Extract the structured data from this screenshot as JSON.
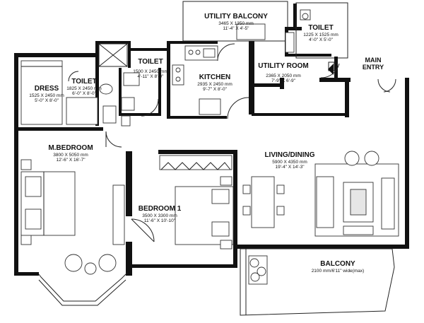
{
  "rooms": {
    "utility_balcony": {
      "name": "UTILITY BALCONY",
      "mm": "3465 X 1350 mm",
      "ft": "11'-4\" X 4'-5\""
    },
    "toilet_top": {
      "name": "TOILET",
      "mm": "1225 X 1525 mm",
      "ft": "4'-0\" X 5'-0\""
    },
    "main_entry": {
      "line1": "MAIN",
      "line2": "ENTRY"
    },
    "toilet_mid": {
      "name": "TOILET",
      "mm": "1500 X 2450 mm",
      "ft": "4'-11\" X 8'-0\""
    },
    "kitchen": {
      "name": "KITCHEN",
      "mm": "2935 X 2450 mm",
      "ft": "9'-7\" X 8'-0\""
    },
    "utility_room": {
      "name": "UTILITY ROOM",
      "mm": "2365 X 2050 mm",
      "ft": "7'-9\" X 6'-9\""
    },
    "dress": {
      "name": "DRESS",
      "mm": "1525 X 2450 mm",
      "ft": "5'-0\" X 8'-0\""
    },
    "toilet_left": {
      "name": "TOILET",
      "mm": "1825 X 2450 mm",
      "ft": "6'-0\" X 8'-0\""
    },
    "m_bedroom": {
      "name": "M.BEDROOM",
      "mm": "3800 X 5050 mm",
      "ft": "12'-6\" X 16'-7\""
    },
    "living_dining": {
      "name": "LIVING/DINING",
      "mm": "5900 X 4350 mm",
      "ft": "19'-4\" X 14'-3\""
    },
    "bedroom_1": {
      "name": "BEDROOM 1",
      "mm": "3500 X 3300 mm",
      "ft": "11'-6\" X 10'-10\""
    },
    "balcony": {
      "name": "BALCONY",
      "dim": "2100 mm/6'11\" wide(max)"
    }
  },
  "icons": [
    "door-swing-icon",
    "bed-icon",
    "sofa-icon",
    "dining-table-icon",
    "wc-icon",
    "sink-icon",
    "stove-icon",
    "plant-icon",
    "entry-arrow-icon"
  ]
}
